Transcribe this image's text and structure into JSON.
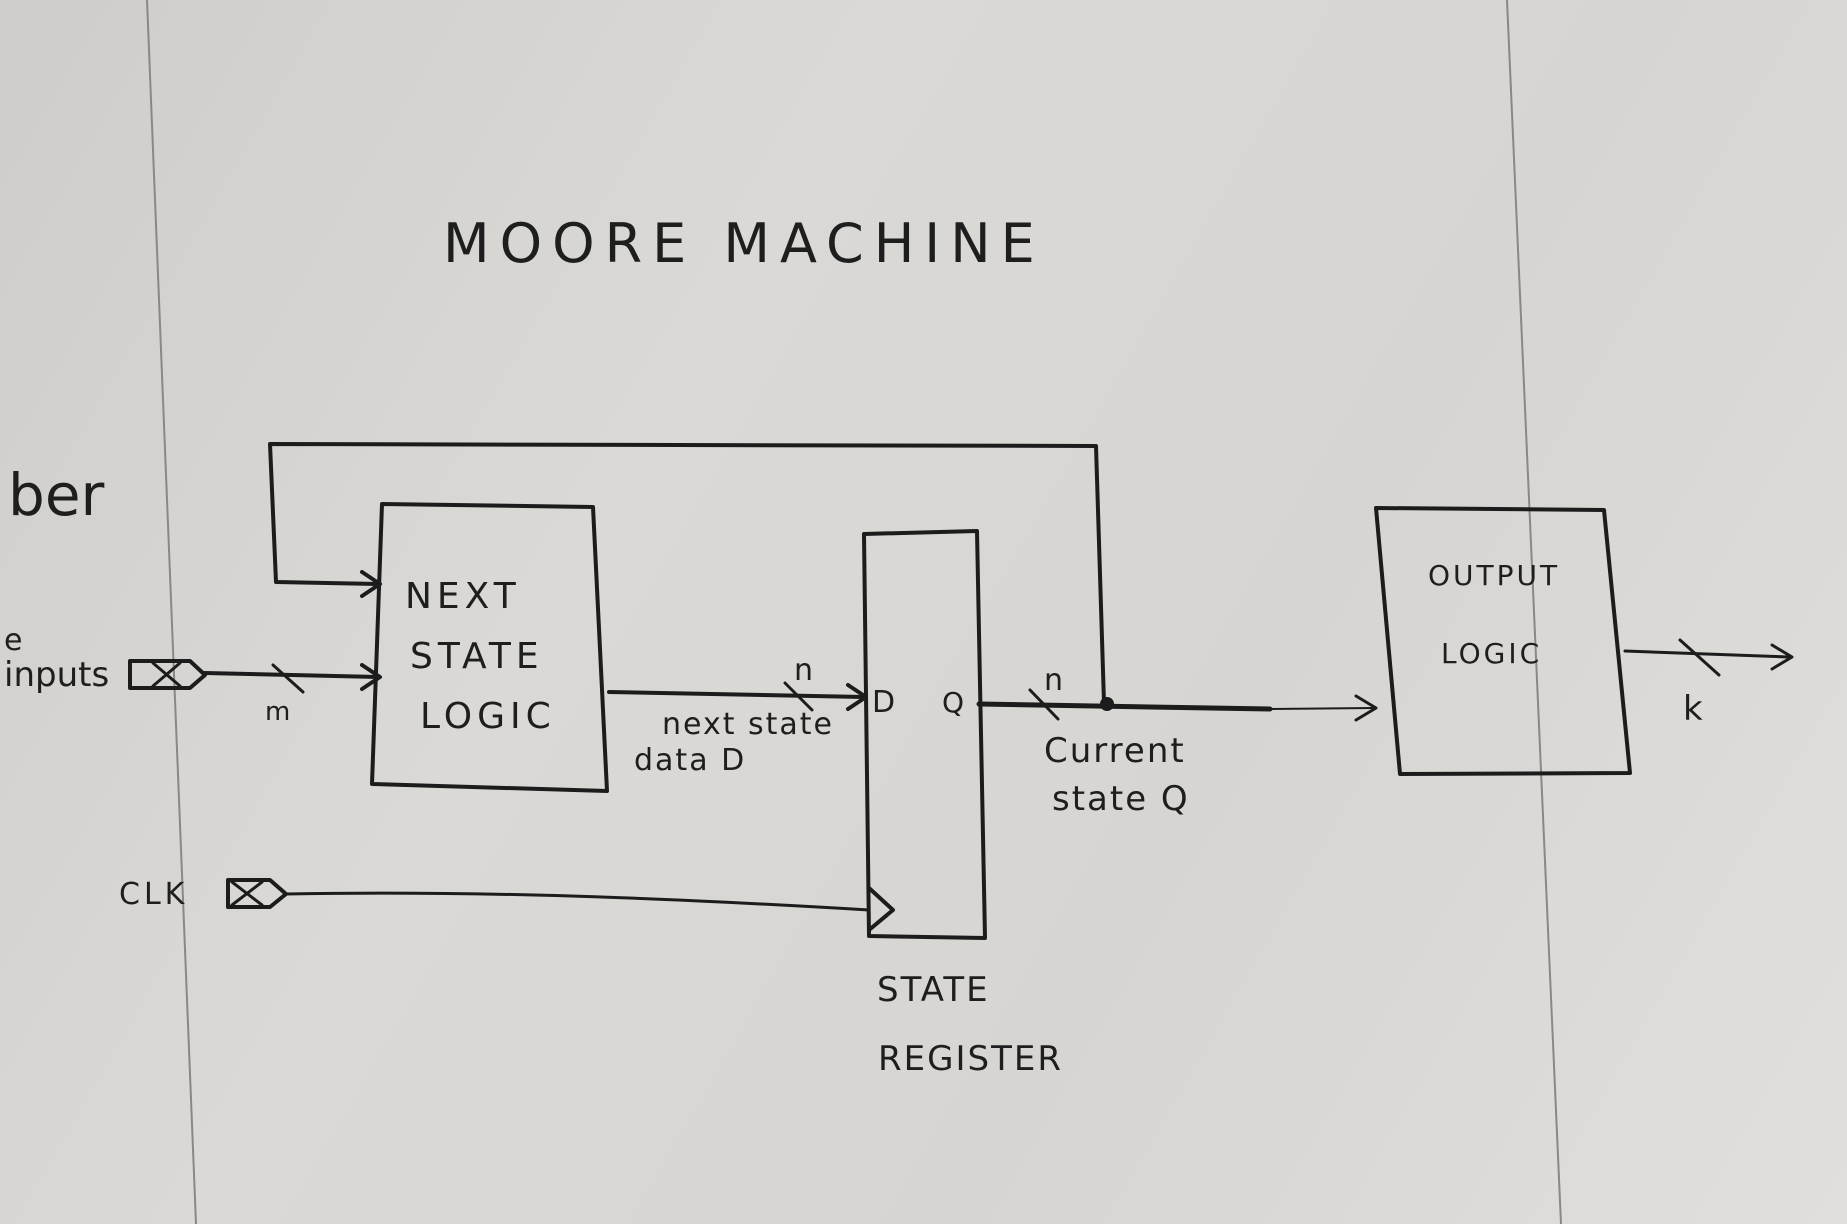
{
  "diagram": {
    "title": "MOORE MACHINE",
    "edge_text_partial": "ber",
    "edge_text_fragment_top": "e",
    "inputs_label": "inputs",
    "input_bus_width": "m",
    "next_state_block": {
      "line1": "NEXT",
      "line2": "STATE",
      "line3": "LOGIC"
    },
    "next_state_bus_width": "n",
    "next_state_label": {
      "line1": "next state",
      "line2": "data D"
    },
    "register_port_d": "D",
    "register_port_q": "Q",
    "register_label": {
      "line1": "STATE",
      "line2": "REGISTER"
    },
    "current_state_bus_width": "n",
    "current_state_label": {
      "line1": "Current",
      "line2": "state Q"
    },
    "output_block": {
      "line1": "OUTPUT",
      "line2": "LOGIC"
    },
    "output_bus_width": "k",
    "clock_label": "CLK"
  },
  "colors": {
    "board": "#d6d4d1",
    "ink": "#1c1c1c",
    "frame_line": "#8a8884"
  }
}
